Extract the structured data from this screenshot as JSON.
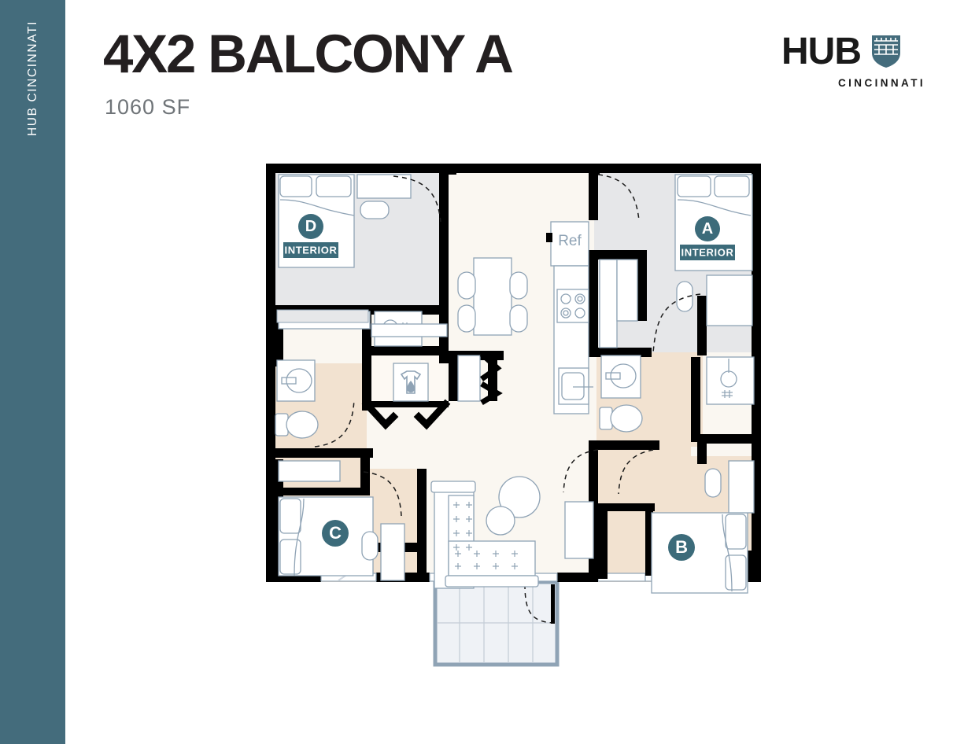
{
  "sidebar": {
    "label": "HUB CINCINNATI",
    "background": "#446c7c"
  },
  "header": {
    "title": "4X2 BALCONY A",
    "subtitle": "1060 SF"
  },
  "logo": {
    "wordmark": "HUB",
    "city": "CINCINNATI",
    "crest_icon": "shield-crest-icon",
    "crest_color": "#446c7c"
  },
  "floorplan": {
    "name": "4X2 Balcony A floor plan",
    "unit_type": "4 bed / 2 bath",
    "square_feet": "1060 SF",
    "colors": {
      "wall": "#000000",
      "bedroom_gray": "#e6e7e9",
      "bedroom_tan": "#f2e2d0",
      "living_cream": "#faf7f1",
      "balcony": "#eff2f6",
      "furniture_stroke": "#8fa3b5",
      "badge": "#3c6b7a"
    },
    "bedrooms": [
      {
        "id": "A",
        "label": "A",
        "tag": "INTERIOR",
        "fill": "#e6e7e9",
        "position": "top-right"
      },
      {
        "id": "B",
        "label": "B",
        "tag": "",
        "fill": "#f2e2d0",
        "position": "bottom-right"
      },
      {
        "id": "C",
        "label": "C",
        "tag": "",
        "fill": "#f2e2d0",
        "position": "bottom-left"
      },
      {
        "id": "D",
        "label": "D",
        "tag": "INTERIOR",
        "fill": "#e6e7e9",
        "position": "top-left"
      }
    ],
    "appliances": [
      {
        "name": "refrigerator",
        "label": "Ref"
      },
      {
        "name": "range-stove",
        "label": ""
      },
      {
        "name": "kitchen-sink",
        "label": ""
      },
      {
        "name": "washer-dryer",
        "label": "",
        "icon": "laundry-shirt-icon"
      }
    ],
    "rooms": [
      {
        "name": "living-dining",
        "label": ""
      },
      {
        "name": "kitchen",
        "label": ""
      },
      {
        "name": "bathroom-left",
        "label": ""
      },
      {
        "name": "bathroom-right",
        "label": ""
      },
      {
        "name": "balcony",
        "label": ""
      }
    ]
  }
}
